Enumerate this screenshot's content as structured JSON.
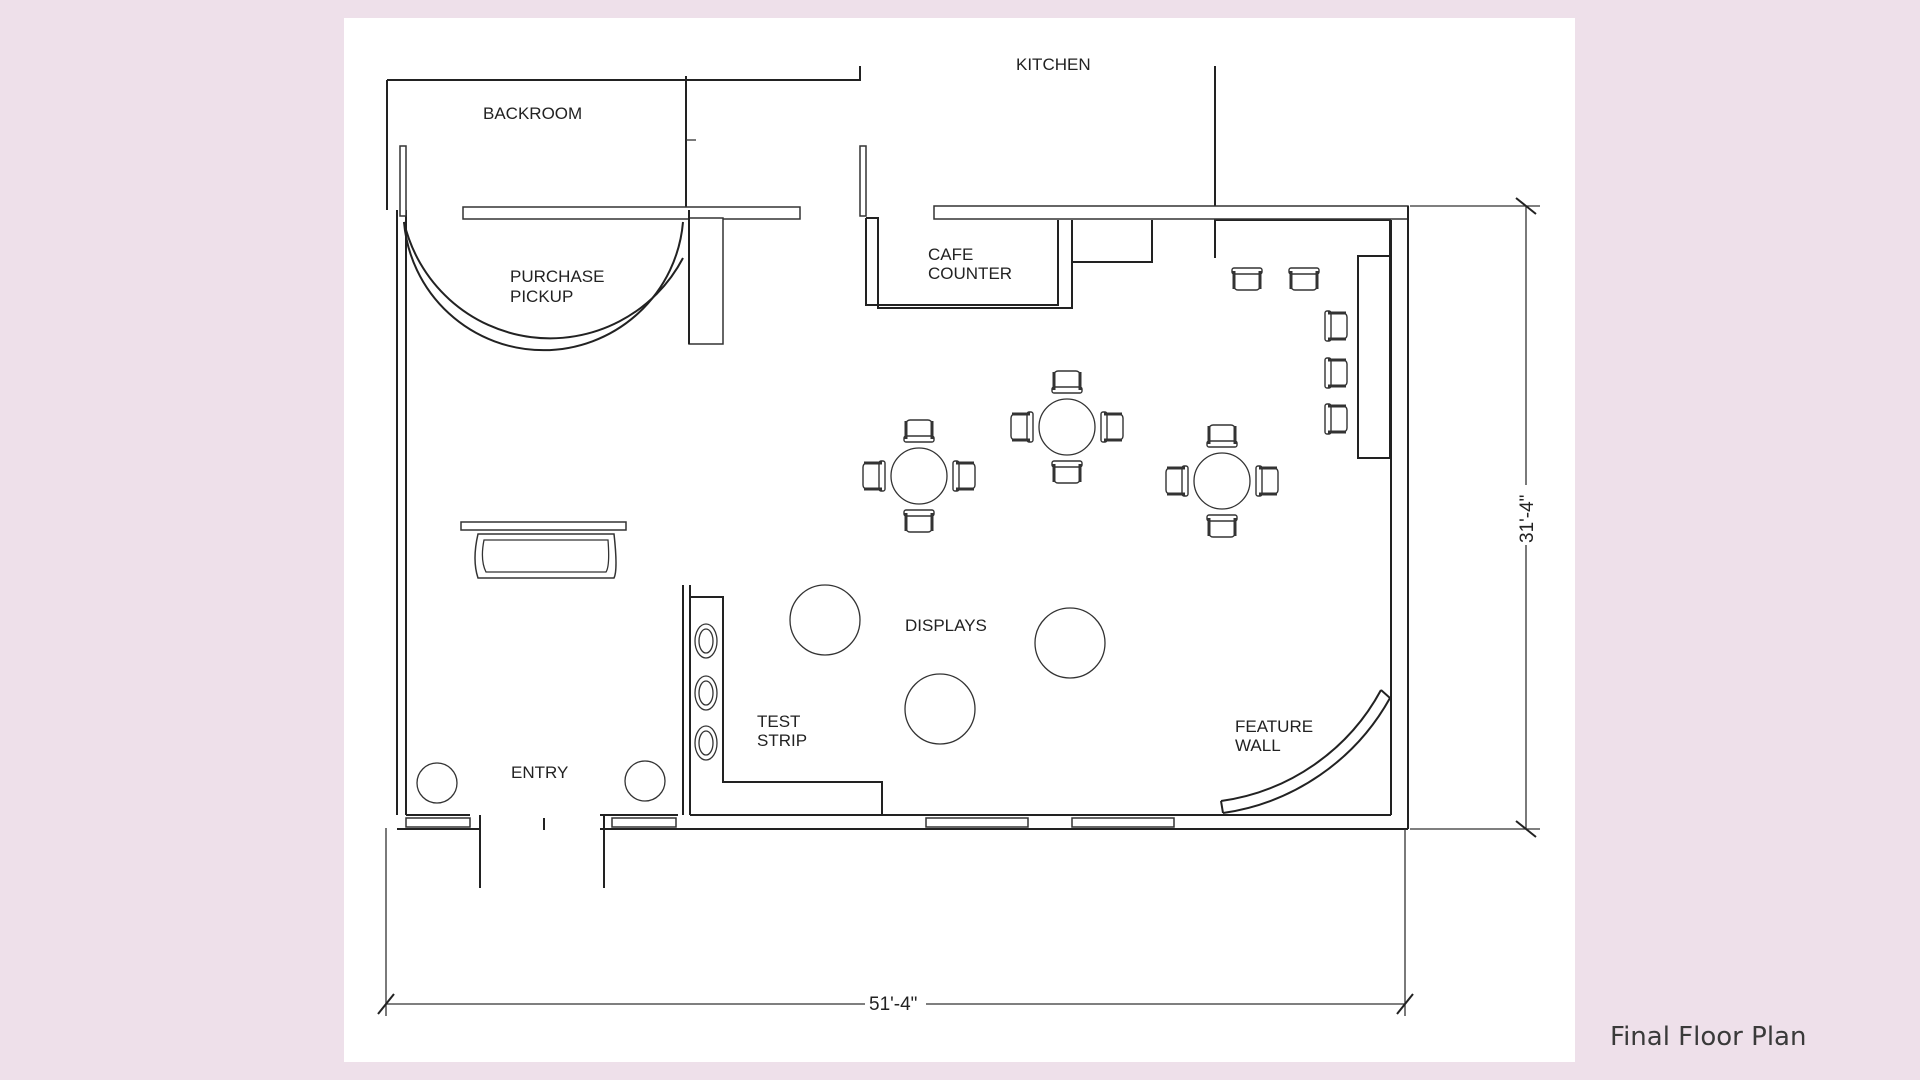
{
  "caption": "Final Floor Plan",
  "labels": {
    "kitchen": "KITCHEN",
    "backroom": "BACKROOM",
    "purchase_pickup_1": "PURCHASE",
    "purchase_pickup_2": "PICKUP",
    "cafe_counter_1": "CAFE",
    "cafe_counter_2": "COUNTER",
    "displays": "DISPLAYS",
    "test_strip_1": "TEST",
    "test_strip_2": "STRIP",
    "feature_wall_1": "FEATURE",
    "feature_wall_2": "WALL",
    "entry": "ENTRY"
  },
  "dimensions": {
    "width": "51'-4\"",
    "height": "31'-4\""
  }
}
